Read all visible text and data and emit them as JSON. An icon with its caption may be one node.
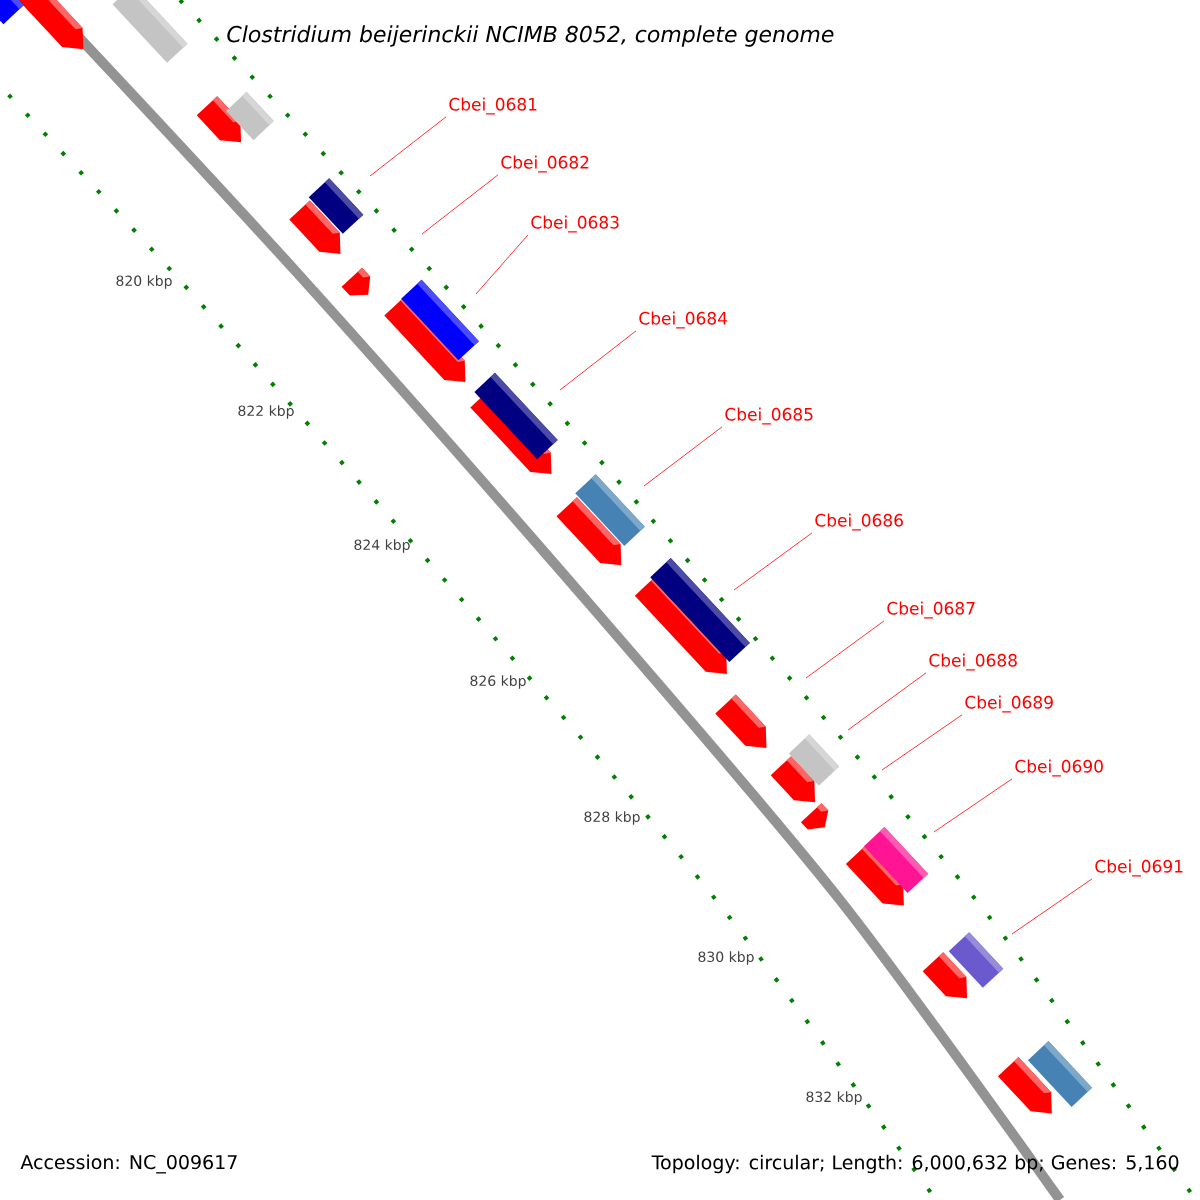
{
  "diagram": {
    "title": "Clostridium beijerinckii NCIMB 8052, complete genome",
    "nodes": [
      {
        "text": [
          "Cbei_0681"
        ]
      },
      {
        "text": [
          "Cbei_0682"
        ]
      },
      {
        "text": [
          "Cbei_0683"
        ]
      },
      {
        "text": [
          "Cbei_0684"
        ]
      },
      {
        "text": [
          "Cbei_0685"
        ]
      },
      {
        "text": [
          "Cbei_0686"
        ]
      },
      {
        "text": [
          "Cbei_0687"
        ]
      },
      {
        "text": [
          "Cbei_0688"
        ]
      },
      {
        "text": [
          "Cbei_0689"
        ]
      },
      {
        "text": [
          "Cbei_0690"
        ]
      },
      {
        "text": [
          "Cbei_0691"
        ]
      }
    ],
    "edges": [
      {
        "from": 0,
        "to": null,
        "arrow": "none"
      },
      {
        "from": 1,
        "to": null,
        "arrow": "none"
      },
      {
        "from": 2,
        "to": null,
        "arrow": "none"
      },
      {
        "from": 3,
        "to": null,
        "arrow": "none"
      },
      {
        "from": 4,
        "to": null,
        "arrow": "none"
      },
      {
        "from": 5,
        "to": null,
        "arrow": "none"
      },
      {
        "from": 6,
        "to": null,
        "arrow": "none"
      },
      {
        "from": 7,
        "to": null,
        "arrow": "none"
      },
      {
        "from": 8,
        "to": null,
        "arrow": "none"
      },
      {
        "from": 9,
        "to": null,
        "arrow": "none"
      },
      {
        "from": 10,
        "to": null,
        "arrow": "none"
      }
    ],
    "labels": [
      "820 kbp",
      "822 kbp",
      "824 kbp",
      "826 kbp",
      "828 kbp",
      "830 kbp",
      "832 kbp",
      "Accession: NC_009617",
      "Topology: circular; Length: 6,000,632 bp; Genes: 5,160"
    ]
  }
}
